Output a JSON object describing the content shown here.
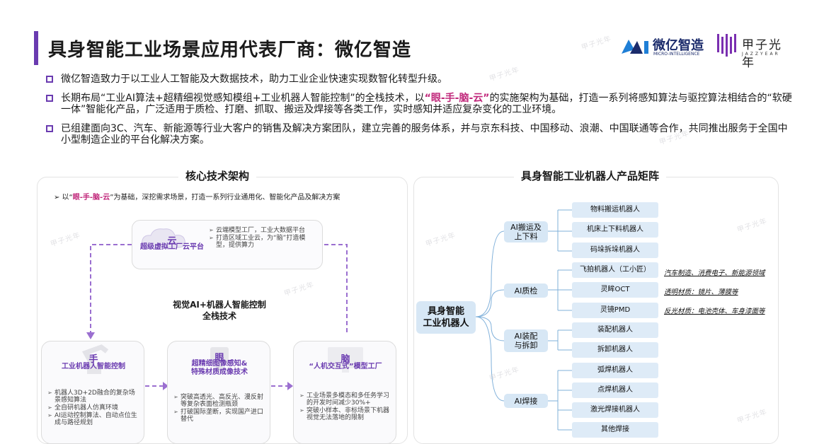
{
  "header": {
    "title": "具身智能工业场景应用代表厂商：微亿智造",
    "logo_wzz_name": "微亿智造",
    "logo_wzz_sub": "MICRO-INTELLIGENCE",
    "logo_jz_name": "甲子光年",
    "logo_jz_sub": "JAZZYEAR"
  },
  "bullets": [
    {
      "text": "微亿智造致力于以工业人工智能及大数据技术，助力工业企业快速实现数智化转型升级。"
    },
    {
      "pre": "长期布局“工业AI算法+超精细视觉感知模组+工业机器人智能控制”的全栈技术，以",
      "accent": "“眼-手-脑-云”",
      "post": "的实施架构为基础，打造一系列将感知算法与驱控算法相结合的“软硬一体”智能化产品，广泛适用于质检、打磨、抓取、搬运及焊接等各类工作，实时感知并适应复杂变化的工业环境。"
    },
    {
      "text": "已组建面向3C、汽车、新能源等行业大客户的销售及解决方案团队，建立完善的服务体系，并与京东科技、中国移动、浪潮、中国联通等合作，共同推出服务于全国中小型制造企业的平台化解决方案。"
    }
  ],
  "left_panel": {
    "title": "核心技术架构",
    "subnote_pre": "➢ 以“",
    "subnote_accent": "眼-手-脑-云",
    "subnote_post": "”为基础，深挖需求场景，打造一系列行业通用化、智能化产品及解决方案",
    "cloud": {
      "char": "云",
      "sub": "超级虚拟工厂云平台",
      "items": [
        "云端模型工厂，工业大数据平台",
        "打造区域工业云，为“脑”打造模型，提供算力"
      ]
    },
    "center_text": [
      "视觉AI+机器人智能控制",
      "全栈技术"
    ],
    "hand": {
      "char": "手",
      "sub": "工业机器人智能控制",
      "items": [
        "机器人3D+2D融合的复杂场景感知算法",
        "全自研机器人仿真环境",
        "AI运动控制算法、自动点位生成与路径规划"
      ]
    },
    "eye": {
      "char": "眼",
      "sub": [
        "超精细图像感知&",
        "特殊材质成像技术"
      ],
      "items": [
        "突破高透光、高反光、漫反射等复杂表面检测瓶颈",
        "打破国际垄断，实现国产进口替代"
      ]
    },
    "brain": {
      "char": "脑",
      "sub": "“人机交互式”模型工厂",
      "items": [
        "工业场景多模态和多任务学习的开发时间减少30%+",
        "突破小样本、非标场景下机器视觉无法落地的限制"
      ]
    }
  },
  "right_panel": {
    "title": "具身智能工业机器人产品矩阵",
    "root": [
      "具身智能",
      "工业机器人"
    ],
    "categories": [
      {
        "label": [
          "AI搬运及",
          "上下料"
        ],
        "leaves": [
          "物料搬运机器人",
          "机床上下料机器人",
          "码垛拆垛机器人"
        ]
      },
      {
        "label": [
          "AI质检"
        ],
        "leaves": [
          "飞拍机器人（工小匠）",
          "灵眸OCT",
          "灵镜PMD"
        ]
      },
      {
        "label": [
          "AI装配",
          "与拆卸"
        ],
        "leaves": [
          "装配机器人",
          "拆卸机器人"
        ]
      },
      {
        "label": [
          "AI焊接"
        ],
        "leaves": [
          "弧焊机器人",
          "点焊机器人",
          "激光焊接机器人",
          "其他焊接"
        ]
      }
    ],
    "notes": [
      "汽车制造、消费电子、新能源领域",
      "透明材质：镜片、薄膜等",
      "反光材质：电池壳体、车身漆面等"
    ]
  },
  "watermark": "甲子光年",
  "colors": {
    "accent_purple": "#6a3bb0",
    "accent_pink": "#c0267a",
    "box_blue": "#d7e7f5",
    "line_blue": "#7fb0da"
  }
}
